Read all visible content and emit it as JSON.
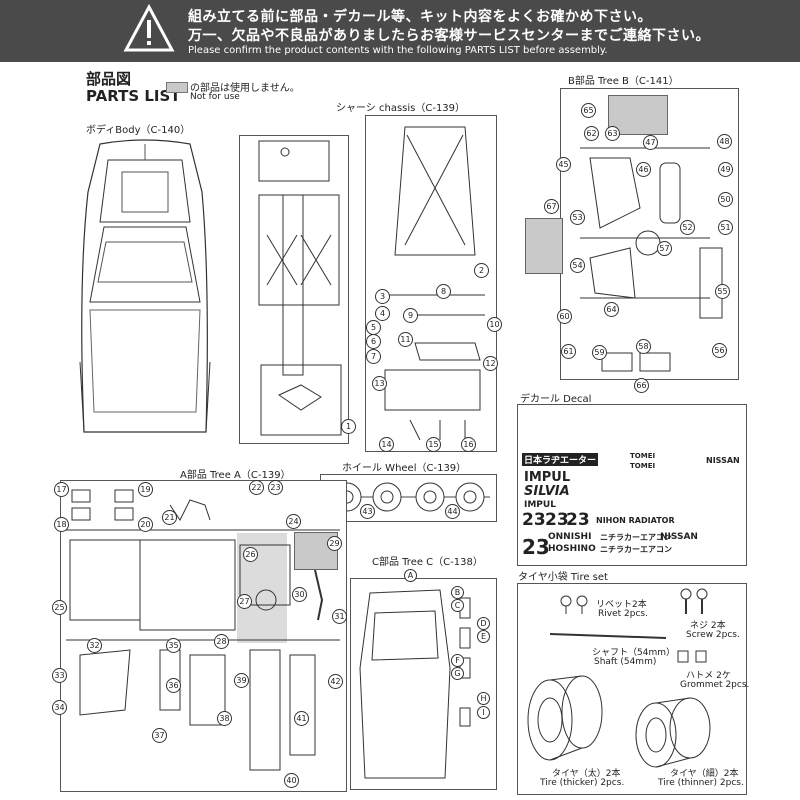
{
  "banner": {
    "line1": "組み立てる前に部品・デカール等、キット内容をよくお確かめ下さい。",
    "line2": "万一、欠品や不良品がありましたらお客様サービスセンターまでご連絡下さい。",
    "line3": "Please confirm the product contents with the following PARTS LIST before assembly."
  },
  "header": {
    "title_jp": "部品図",
    "title_en": "PARTS LIST"
  },
  "legend": {
    "jp": "の部品は使用しません。",
    "en": "Not for use"
  },
  "sections": {
    "body": "ボディBody（C-140）",
    "chassis": "シャーシ chassis（C-139）",
    "tree_b": "B部品 Tree B（C-141）",
    "decal": "デカール Decal",
    "wheel": "ホイール Wheel（C-139）",
    "tree_a": "A部品 Tree A（C-139）",
    "tree_c": "C部品 Tree C（C-138）",
    "tire_set": "タイヤ小袋 Tire set"
  },
  "tire_set": {
    "rivet_jp": "リベット2本",
    "rivet_en": "Rivet 2pcs.",
    "screw_jp": "ネジ 2本",
    "screw_en": "Screw 2pcs.",
    "shaft_jp": "シャフト（54mm）",
    "shaft_en": "Shaft (54mm)",
    "grommet_jp": "ハトメ 2ケ",
    "grommet_en": "Grommet 2pcs.",
    "thick_jp": "タイヤ（太）2本",
    "thick_en": "Tire (thicker) 2pcs.",
    "thin_jp": "タイヤ（細）2本",
    "thin_en": "Tire (thinner) 2pcs."
  },
  "decal": {
    "sponsor1": "日本ラヂエーター",
    "impul1": "IMPUL",
    "impul2": "IMPUL",
    "silvia": "SILVIA",
    "nissan1": "NISSAN",
    "nissan2": "NISSAN",
    "tomei1": "TOMEI",
    "tomei2": "TOMEI",
    "n23a": "23",
    "n23b": "23",
    "n23c": "23",
    "n23d": "23",
    "nihon_radiator": "NIHON RADIATOR",
    "onishi": "ONNISHI",
    "hoshino": "HOSHINO",
    "aircon1": "ニチラカーエアコン",
    "aircon2": "ニチラカーエアコン"
  },
  "part_numbers": {
    "n1": "1",
    "n2": "2",
    "n3": "3",
    "n4": "4",
    "n5": "5",
    "n6": "6",
    "n7": "7",
    "n8": "8",
    "n9": "9",
    "n10": "10",
    "n11": "11",
    "n12": "12",
    "n13": "13",
    "n14": "14",
    "n15": "15",
    "n16": "16",
    "n17": "17",
    "n18": "18",
    "n19": "19",
    "n20": "20",
    "n21": "21",
    "n22": "22",
    "n23": "23",
    "n24": "24",
    "n25": "25",
    "n26": "26",
    "n27": "27",
    "n28": "28",
    "n29": "29",
    "n30": "30",
    "n31": "31",
    "n32": "32",
    "n33": "33",
    "n34": "34",
    "n35": "35",
    "n36": "36",
    "n37": "37",
    "n38": "38",
    "n39": "39",
    "n40": "40",
    "n41": "41",
    "n42": "42",
    "n43": "43",
    "n44": "44",
    "n45": "45",
    "n46": "46",
    "n47": "47",
    "n48": "48",
    "n49": "49",
    "n50": "50",
    "n51": "51",
    "n52": "52",
    "n53": "53",
    "n54": "54",
    "n55": "55",
    "n56": "56",
    "n57": "57",
    "n58": "58",
    "n59": "59",
    "n60": "60",
    "n61": "61",
    "n62": "62",
    "n63": "63",
    "n64": "64",
    "n65": "65",
    "n66": "66",
    "n67": "67"
  },
  "part_letters": {
    "A": "A",
    "B": "B",
    "C": "C",
    "D": "D",
    "E": "E",
    "F": "F",
    "G": "G",
    "H": "H",
    "I": "I"
  }
}
